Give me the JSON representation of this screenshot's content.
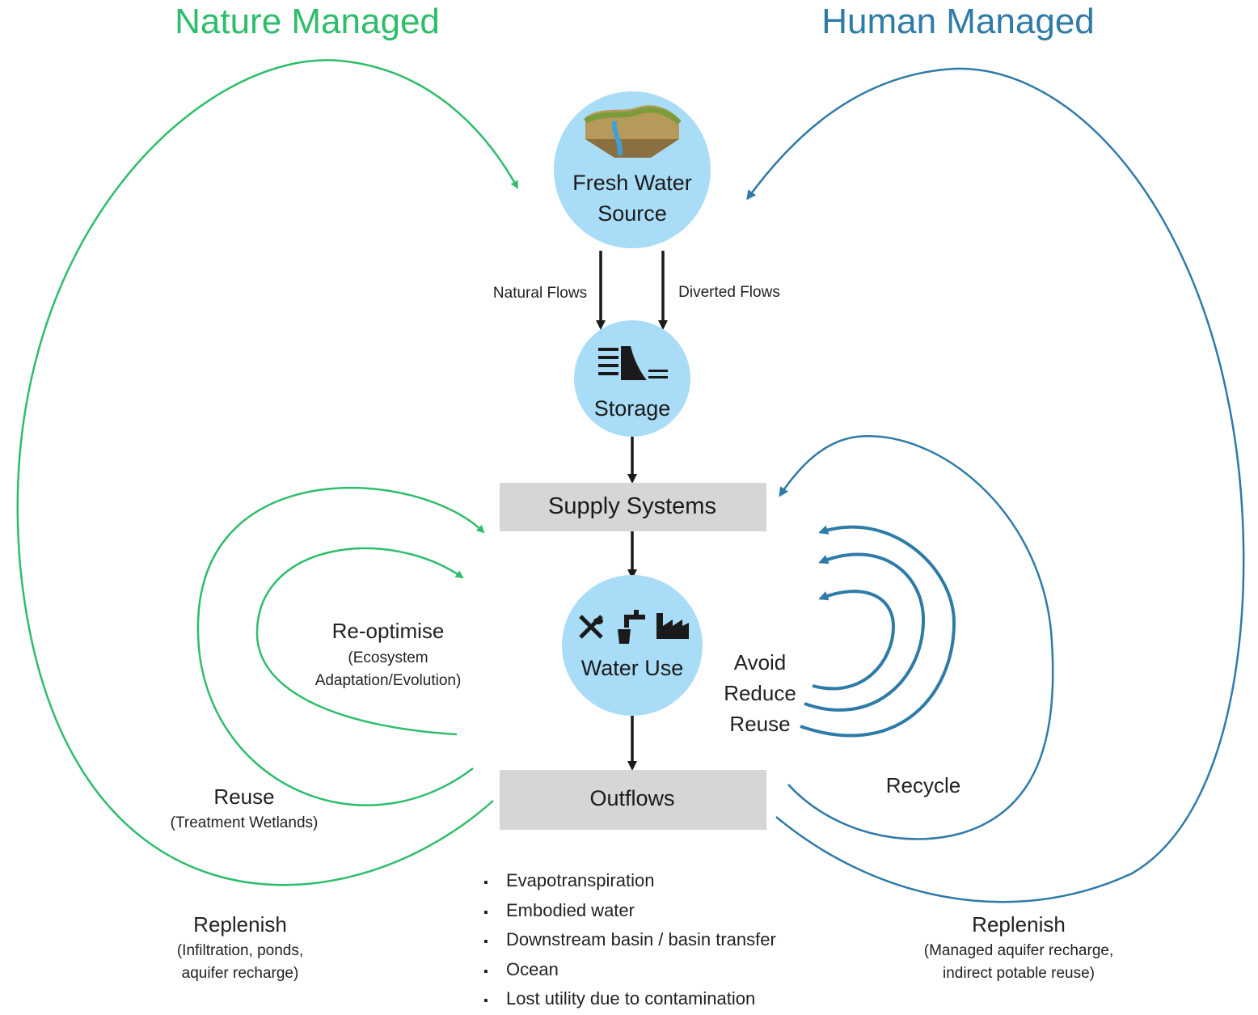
{
  "colors": {
    "nature": "#2ebd6b",
    "human": "#2f7ba8",
    "circle": "#a9dcf6",
    "box": "#d6d6d6",
    "arrow": "#1a1a1a"
  },
  "headings": {
    "nature": "Nature Managed",
    "human": "Human Managed"
  },
  "nodes": {
    "source": {
      "line1": "Fresh Water",
      "line2": "Source",
      "icon": "landscape-icon"
    },
    "storage": {
      "label": "Storage",
      "icon": "dam-icon"
    },
    "supply": {
      "label": "Supply Systems"
    },
    "use": {
      "label": "Water Use",
      "icons": [
        "utensils-icon",
        "tap-icon",
        "factory-icon"
      ]
    },
    "outflows": {
      "label": "Outflows"
    }
  },
  "flows": {
    "natural": "Natural Flows",
    "diverted": "Diverted Flows"
  },
  "nature_loops": {
    "reoptimise": {
      "title": "Re-optimise",
      "sub1": "(Ecosystem",
      "sub2": "Adaptation/Evolution)"
    },
    "reuse": {
      "title": "Reuse",
      "sub": "(Treatment Wetlands)"
    },
    "replenish": {
      "title": "Replenish",
      "sub1": "(Infiltration, ponds,",
      "sub2": "aquifer recharge)"
    }
  },
  "human_loops": {
    "avoid": "Avoid",
    "reduce": "Reduce",
    "reuse": "Reuse",
    "recycle": "Recycle",
    "replenish": {
      "title": "Replenish",
      "sub1": "(Managed aquifer recharge,",
      "sub2": "indirect potable reuse)"
    }
  },
  "outflow_destinations": [
    "Evapotranspiration",
    "Embodied water",
    "Downstream basin / basin transfer",
    "Ocean",
    "Lost utility due to contamination"
  ]
}
